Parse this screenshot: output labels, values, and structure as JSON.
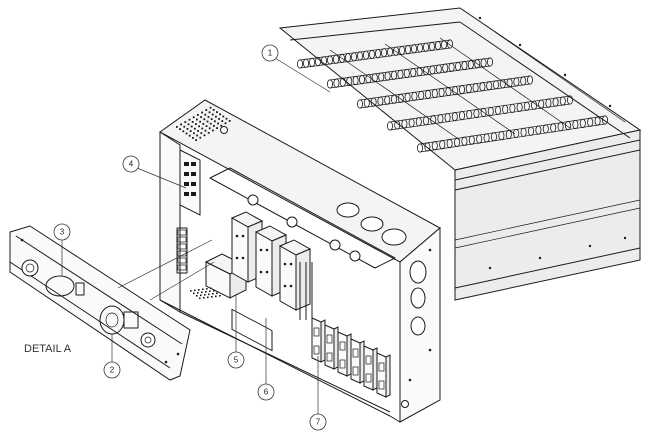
{
  "detail_label": "DETAIL A",
  "callouts": [
    {
      "number": "1"
    },
    {
      "number": "2"
    },
    {
      "number": "3"
    },
    {
      "number": "4"
    },
    {
      "number": "5"
    },
    {
      "number": "6"
    },
    {
      "number": "7"
    }
  ],
  "colors": {
    "line": "#1a1a1a",
    "background": "#ffffff"
  }
}
